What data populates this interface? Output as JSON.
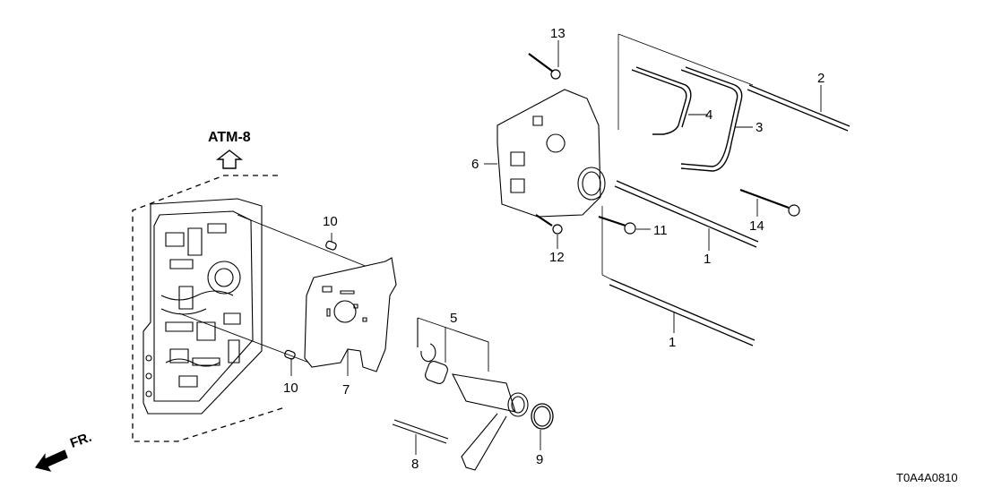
{
  "diagram": {
    "type": "exploded-parts-diagram",
    "reference_section": "ATM-8",
    "diagram_code": "T0A4A0810",
    "direction_indicator": "FR.",
    "callouts": [
      {
        "number": "1",
        "part": "long rod (lower-right, upper)"
      },
      {
        "number": "1",
        "part": "long rod (lower-right, lower)"
      },
      {
        "number": "2",
        "part": "long rod (top-right)"
      },
      {
        "number": "3",
        "part": "pipe (bent, right)"
      },
      {
        "number": "4",
        "part": "pipe (bent, left)"
      },
      {
        "number": "5",
        "part": "shaft assembly with needle bearing and snap ring"
      },
      {
        "number": "6",
        "part": "servo / valve body assembly"
      },
      {
        "number": "7",
        "part": "separator plate"
      },
      {
        "number": "8",
        "part": "pin"
      },
      {
        "number": "9",
        "part": "O-ring"
      },
      {
        "number": "10",
        "part": "dowel pin (upper)"
      },
      {
        "number": "10",
        "part": "dowel pin (lower)"
      },
      {
        "number": "11",
        "part": "flange bolt"
      },
      {
        "number": "12",
        "part": "flange bolt"
      },
      {
        "number": "13",
        "part": "flange bolt"
      },
      {
        "number": "14",
        "part": "flange bolt"
      }
    ]
  }
}
